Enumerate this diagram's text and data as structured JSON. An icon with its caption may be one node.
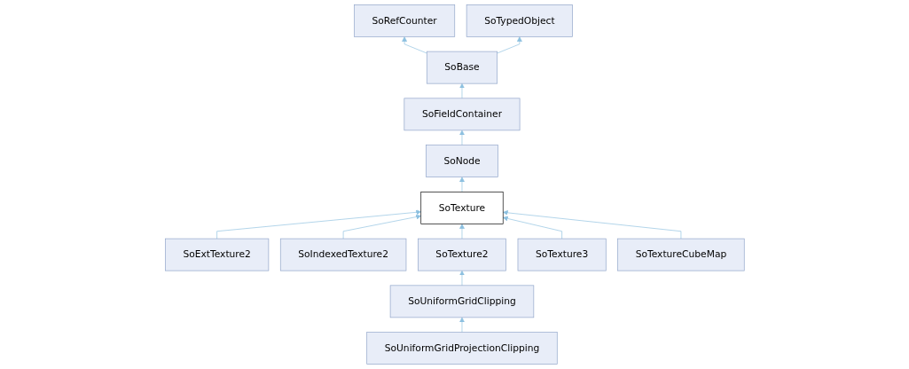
{
  "diagram": {
    "nodes": [
      {
        "text": [
          "SoRefCounter"
        ]
      },
      {
        "text": [
          "SoTypedObject"
        ]
      },
      {
        "text": [
          "SoBase"
        ]
      },
      {
        "text": [
          "SoFieldContainer"
        ]
      },
      {
        "text": [
          "SoNode"
        ]
      },
      {
        "text": [
          "SoTexture"
        ]
      },
      {
        "text": [
          "SoExtTexture2"
        ]
      },
      {
        "text": [
          "SoIndexedTexture2"
        ]
      },
      {
        "text": [
          "SoTexture2"
        ]
      },
      {
        "text": [
          "SoTexture3"
        ]
      },
      {
        "text": [
          "SoTextureCubeMap"
        ]
      },
      {
        "text": [
          "SoUniformGridClipping"
        ]
      },
      {
        "text": [
          "SoUniformGridProjectionClipping"
        ]
      }
    ],
    "edges": [
      {
        "from": 2,
        "to": 0,
        "arrow": "to"
      },
      {
        "from": 2,
        "to": 1,
        "arrow": "to"
      },
      {
        "from": 3,
        "to": 2,
        "arrow": "to"
      },
      {
        "from": 4,
        "to": 3,
        "arrow": "to"
      },
      {
        "from": 5,
        "to": 4,
        "arrow": "to"
      },
      {
        "from": 6,
        "to": 5,
        "arrow": "to"
      },
      {
        "from": 7,
        "to": 5,
        "arrow": "to"
      },
      {
        "from": 8,
        "to": 5,
        "arrow": "to"
      },
      {
        "from": 9,
        "to": 5,
        "arrow": "to"
      },
      {
        "from": 10,
        "to": 5,
        "arrow": "to"
      },
      {
        "from": 11,
        "to": 8,
        "arrow": "to"
      },
      {
        "from": 12,
        "to": 11,
        "arrow": "to"
      }
    ]
  }
}
